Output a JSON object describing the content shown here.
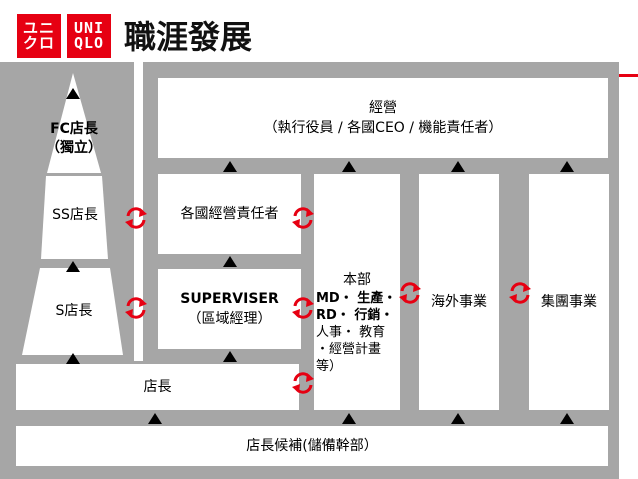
{
  "header": {
    "logo_left": [
      "ユニ",
      "クロ"
    ],
    "logo_right": [
      "UNI",
      "QLO"
    ],
    "title": "職涯發展"
  },
  "diagram": {
    "top_box": {
      "line1": "經營",
      "line2": "（執行役員 / 各國CEO / 機能責任者）"
    },
    "pyramid": {
      "fc": {
        "line1": "FC店長",
        "line2": "（獨立）"
      },
      "ss": "SS店長",
      "s": "S店長"
    },
    "country_mgr": "各國經營責任者",
    "supervisor": {
      "line1": "SUPERVISER",
      "line2": "（區域經理）"
    },
    "store_mgr": "店長",
    "candidate": "店長候補(儲備幹部）",
    "hq": {
      "title": "本部",
      "lines": [
        "MD・ 生產・",
        "RD・ 行銷・",
        "人事・ 教育",
        "・經營計畫",
        "等）"
      ]
    },
    "overseas": "海外事業",
    "group": "集團事業"
  },
  "colors": {
    "brand_red": "#e60012",
    "panel_gray": "#a6a6a6"
  }
}
